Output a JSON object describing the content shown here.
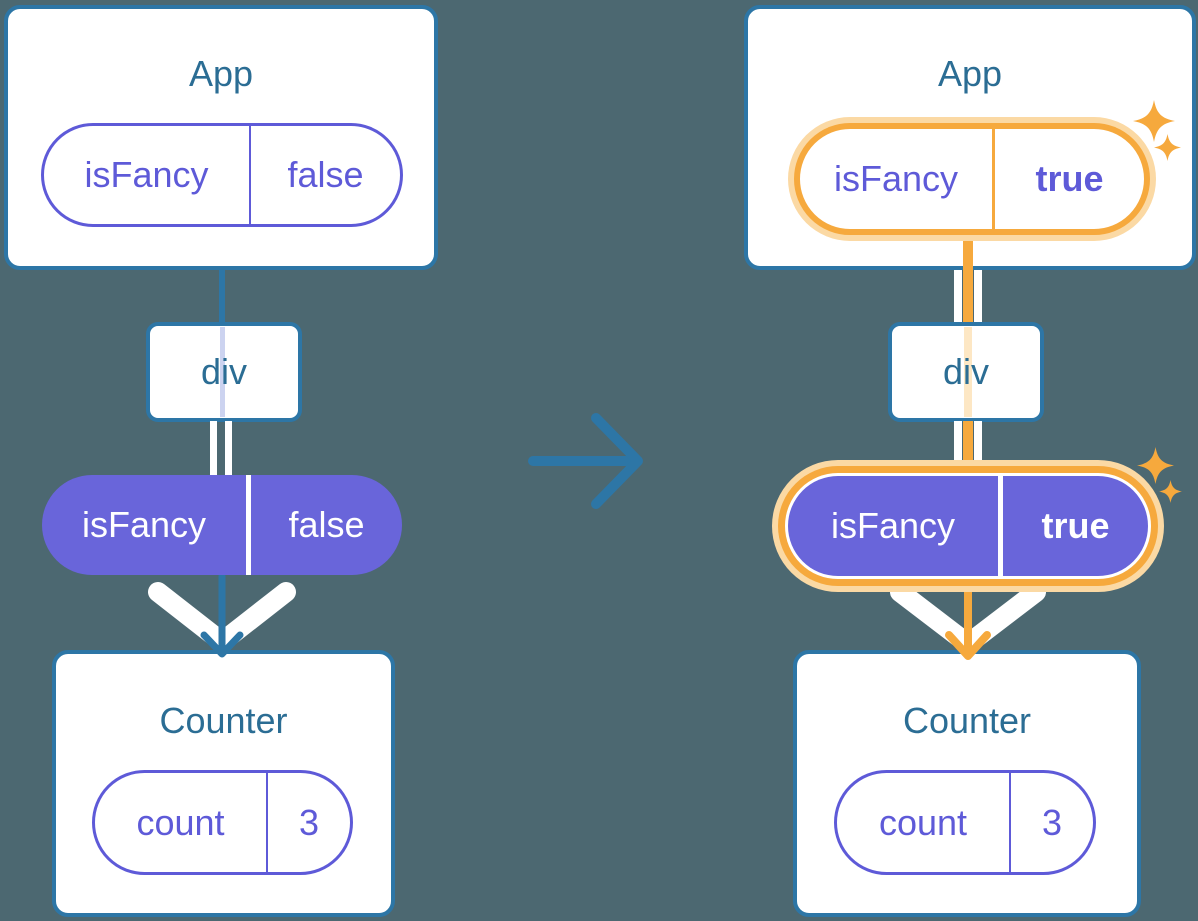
{
  "colors": {
    "background": "#4c6871",
    "card_border_teal": "#2d76a6",
    "title_text": "#2b6d94",
    "purple": "#5e5ad8",
    "purple_fill": "#6965da",
    "lavender_line": "#ccd3f0",
    "highlight_orange": "#f6a93d",
    "highlight_glow": "#fbd9a4",
    "faint_orange": "#fde7c4"
  },
  "before": {
    "app": {
      "title": "App",
      "prop_name": "isFancy",
      "prop_value": "false"
    },
    "div_label": "div",
    "passed_prop": {
      "name": "isFancy",
      "value": "false"
    },
    "counter": {
      "title": "Counter",
      "state_name": "count",
      "state_value": "3"
    }
  },
  "after": {
    "app": {
      "title": "App",
      "prop_name": "isFancy",
      "prop_value": "true"
    },
    "div_label": "div",
    "passed_prop": {
      "name": "isFancy",
      "value": "true"
    },
    "counter": {
      "title": "Counter",
      "state_name": "count",
      "state_value": "3"
    }
  }
}
